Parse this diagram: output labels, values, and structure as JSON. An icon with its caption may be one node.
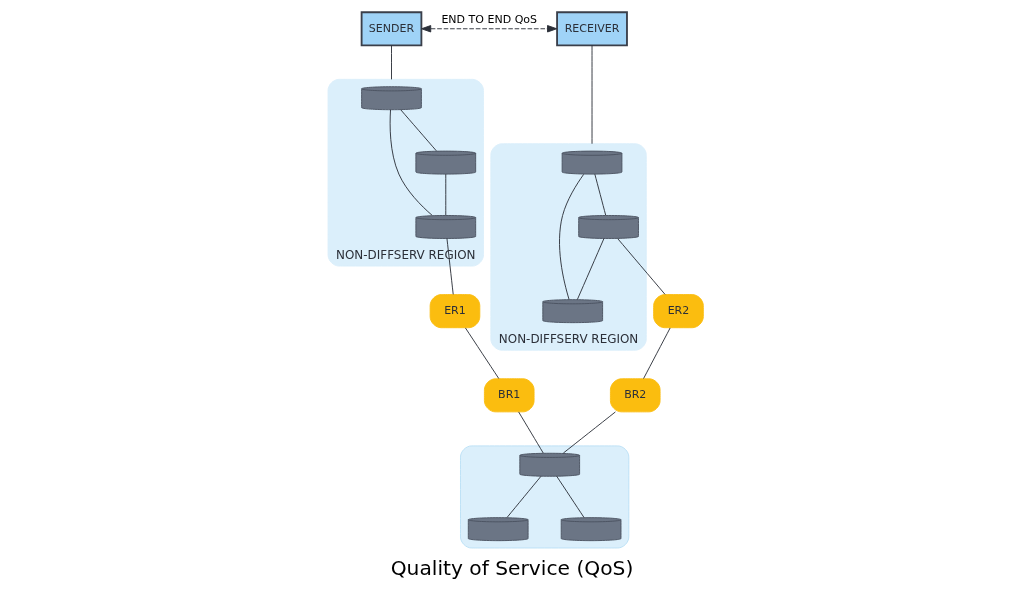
{
  "diagram": {
    "title": "Quality of Service (QoS)",
    "nodes": [
      {
        "text": [
          "SENDER"
        ]
      },
      {
        "text": [
          "RECEIVER"
        ]
      },
      {
        "text": [
          "NON-DIFFSERV REGION"
        ]
      },
      {
        "text": [],
        "shape": "cylinder",
        "in": 2
      },
      {
        "text": [],
        "shape": "cylinder",
        "in": 2
      },
      {
        "text": [],
        "shape": "cylinder",
        "in": 2
      },
      {
        "text": [
          "NON-DIFFSERV REGION"
        ]
      },
      {
        "text": [],
        "shape": "cylinder",
        "in": 6
      },
      {
        "text": [],
        "shape": "cylinder",
        "in": 6
      },
      {
        "text": [],
        "shape": "cylinder",
        "in": 6
      },
      {
        "text": [
          "ER1"
        ]
      },
      {
        "text": [
          "ER2"
        ]
      },
      {
        "text": [
          "BR2"
        ]
      },
      {
        "text": [
          "BR1"
        ]
      },
      {
        "text": [],
        "shape": "cloud"
      },
      {
        "text": [],
        "shape": "cylinder",
        "in": 14
      },
      {
        "text": [],
        "shape": "cylinder",
        "in": 14
      },
      {
        "text": [],
        "shape": "cylinder",
        "in": 14
      }
    ],
    "edges": [
      {
        "from": 0,
        "to": 1,
        "arrow": "both",
        "style": "dashed",
        "label": "END TO END QoS"
      },
      {
        "from": 0,
        "to": 2,
        "arrow": "none"
      },
      {
        "from": 1,
        "to": 6,
        "arrow": "none"
      },
      {
        "from": 3,
        "to": 4,
        "arrow": "none"
      },
      {
        "from": 3,
        "to": 5,
        "arrow": "none"
      },
      {
        "from": 4,
        "to": 5,
        "arrow": "none"
      },
      {
        "from": 7,
        "to": 8,
        "arrow": "none"
      },
      {
        "from": 7,
        "to": 9,
        "arrow": "none"
      },
      {
        "from": 8,
        "to": 9,
        "arrow": "none"
      },
      {
        "from": 5,
        "to": 10,
        "arrow": "none"
      },
      {
        "from": 10,
        "to": 13,
        "arrow": "none"
      },
      {
        "from": 13,
        "to": 15,
        "arrow": "none"
      },
      {
        "from": 8,
        "to": 11,
        "arrow": "none"
      },
      {
        "from": 11,
        "to": 12,
        "arrow": "none"
      },
      {
        "from": 12,
        "to": 15,
        "arrow": "none"
      },
      {
        "from": 15,
        "to": 16,
        "arrow": "none"
      },
      {
        "from": 15,
        "to": 17,
        "arrow": "none"
      }
    ]
  }
}
